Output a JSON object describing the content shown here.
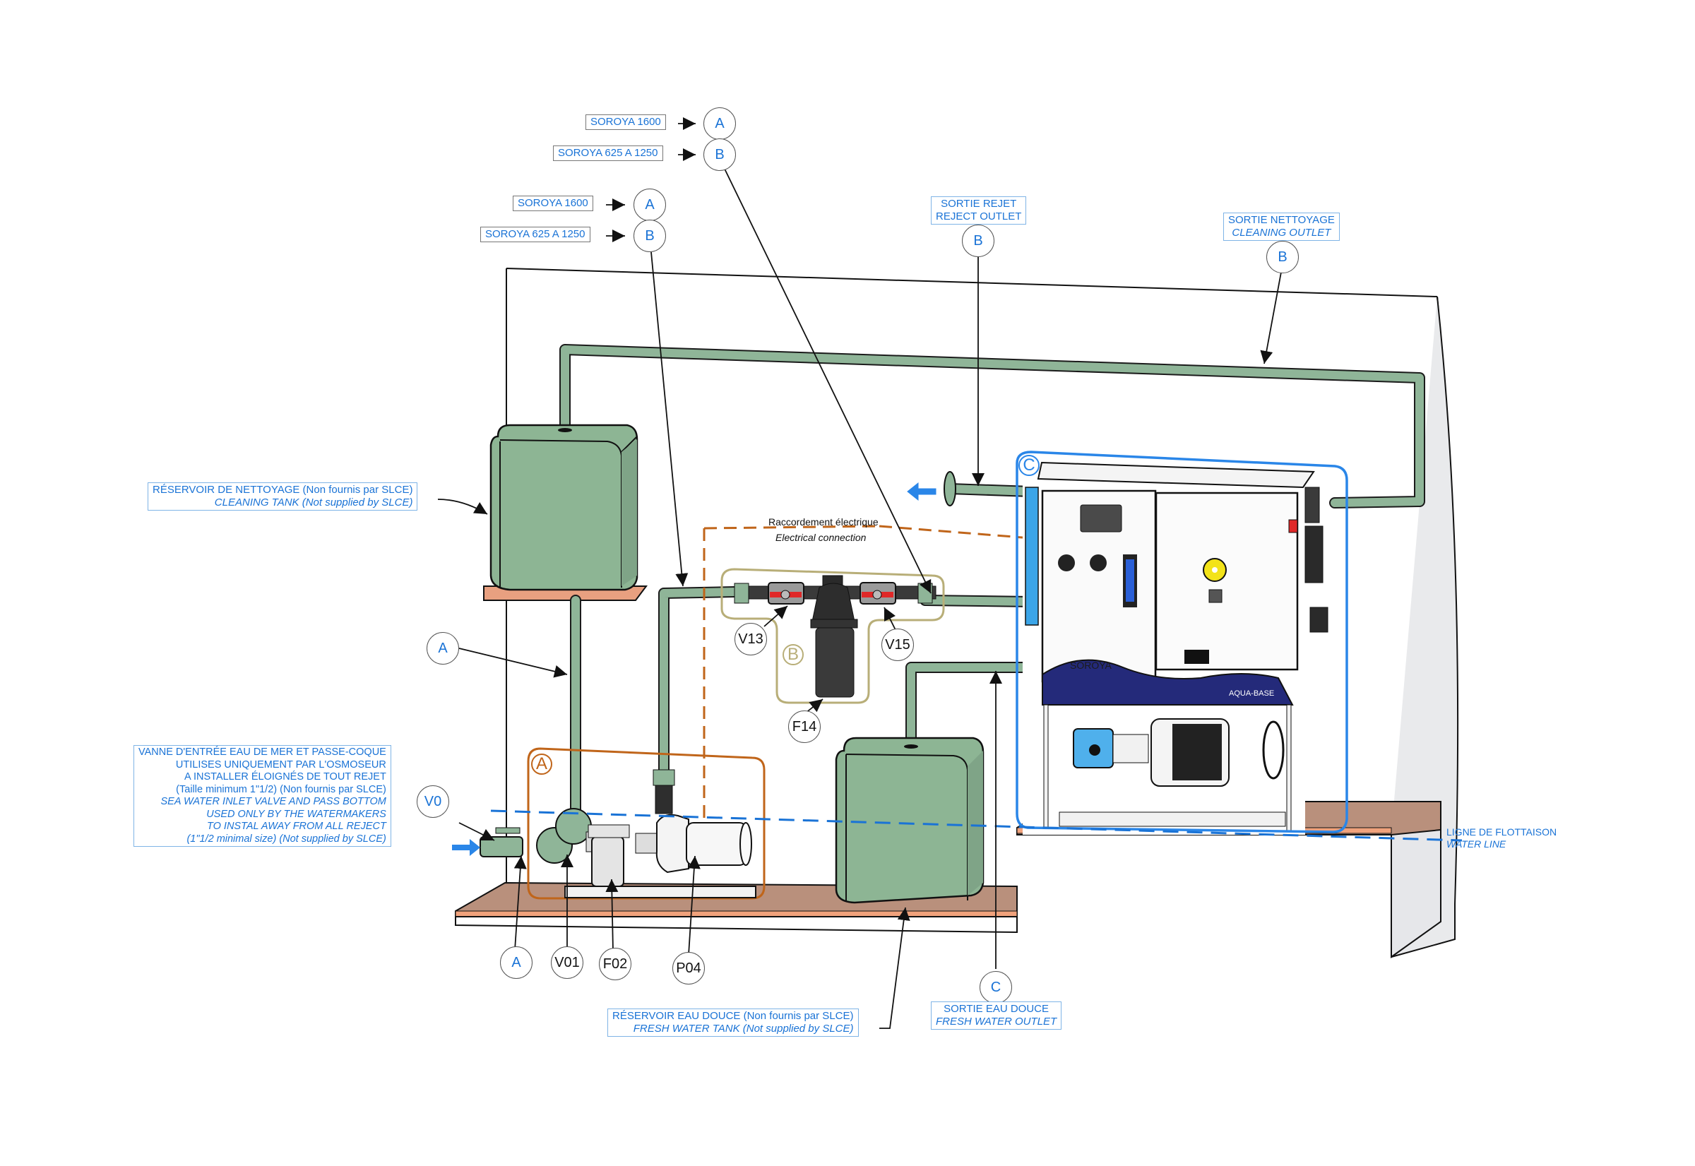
{
  "title_labels": {
    "top_group_1": {
      "a_text": "SOROYA 1600",
      "b_text": "SOROYA 625 A 1250",
      "a_bubble": "A",
      "b_bubble": "B"
    },
    "top_group_2": {
      "a_text": "SOROYA 1600",
      "b_text": "SOROYA 625 A 1250",
      "a_bubble": "A",
      "b_bubble": "B"
    }
  },
  "outlets": {
    "reject": {
      "fr": "SORTIE REJET",
      "en": "REJECT OUTLET",
      "bubble": "B"
    },
    "cleaning": {
      "fr": "SORTIE NETTOYAGE",
      "en": "CLEANING OUTLET",
      "bubble": "B"
    },
    "fresh": {
      "fr": "SORTIE EAU DOUCE",
      "en": "FRESH WATER OUTLET",
      "bubble": "C"
    }
  },
  "tanks": {
    "cleaning": {
      "fr": "RÉSERVOIR DE NETTOYAGE (Non fournis par SLCE)",
      "en": "CLEANING TANK (Not supplied by SLCE)"
    },
    "fresh": {
      "fr": "RÉSERVOIR EAU DOUCE (Non fournis par SLCE)",
      "en": "FRESH WATER TANK (Not supplied by SLCE)"
    }
  },
  "inlet_note": {
    "lines_fr": [
      "VANNE D'ENTRÉE EAU DE MER ET PASSE-COQUE",
      "UTILISES UNIQUEMENT PAR L'OSMOSEUR",
      "A INSTALLER ÉLOIGNÉS DE TOUT REJET",
      "(Taille minimum 1\"1/2) (Non fournis par SLCE)"
    ],
    "lines_en": [
      "SEA WATER INLET VALVE AND PASS BOTTOM",
      "USED ONLY BY THE WATERMAKERS",
      "TO INSTAL AWAY FROM ALL REJECT",
      "(1\"1/2 minimal size) (Not supplied by SLCE)"
    ]
  },
  "waterline": {
    "fr": "LIGNE DE FLOTTAISON",
    "en": "WATER LINE"
  },
  "electrical": {
    "fr": "Raccordement électrique",
    "en": "Electrical connection"
  },
  "bubbles": {
    "a_pipe": "A",
    "v0": "V0",
    "a_inlet": "A",
    "v01": "V01",
    "f02": "F02",
    "p04": "P04",
    "v13": "V13",
    "v15": "V15",
    "f14": "F14"
  },
  "zones": {
    "zone_a": "A",
    "zone_b": "B",
    "zone_c": "C"
  },
  "unit": {
    "brand": "SOROYA",
    "base_brand": "AQUA-BASE"
  },
  "colors": {
    "label_blue": "#1a73d6",
    "pipe_green": "#8fb598",
    "tank_green": "#8db594",
    "deck_brown": "#b9907c",
    "zone_a_orange": "#c0651a",
    "zone_b_khaki": "#b8ae78",
    "zone_c_blue": "#2a86e8",
    "unit_navy": "#242a7a"
  }
}
